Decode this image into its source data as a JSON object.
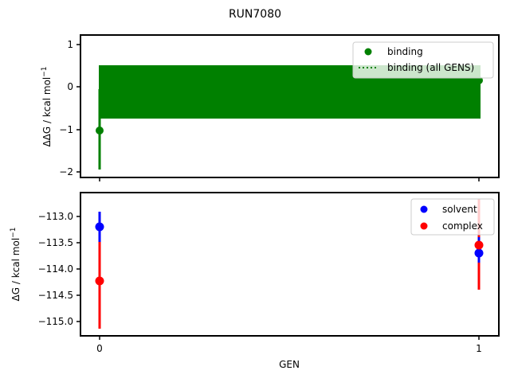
{
  "chart_data": [
    {
      "type": "scatter",
      "panel": "top",
      "title": "RUN7080",
      "xlabel": "",
      "ylabel": "ΔΔG / kcal mol⁻¹",
      "ylim": [
        -2.1,
        1.2
      ],
      "yticks": [
        1,
        0,
        -1,
        -2
      ],
      "ytick_labels": [
        "1",
        "0",
        "−1",
        "−2"
      ],
      "x": [
        0,
        1
      ],
      "series": [
        {
          "name": "binding",
          "color": "#008000",
          "marker": "circle",
          "values": [
            -1.02,
            0.15
          ],
          "yerr_low": [
            -1.95,
            -0.05
          ],
          "yerr_high": [
            -0.05,
            0.5
          ]
        },
        {
          "name": "binding (all GENS)",
          "color": "#008000",
          "style": "dotted",
          "band": [
            -0.75,
            0.5
          ]
        }
      ],
      "legend": {
        "position": "upper right",
        "entries": [
          "binding",
          "binding (all GENS)"
        ]
      }
    },
    {
      "type": "scatter",
      "panel": "bottom",
      "xlabel": "GEN",
      "ylabel": "ΔG / kcal mol⁻¹",
      "ylim": [
        -115.3,
        -112.6
      ],
      "yticks": [
        -113.0,
        -113.5,
        -114.0,
        -114.5,
        -115.0
      ],
      "ytick_labels": [
        "−113.0",
        "−113.5",
        "−114.0",
        "−114.5",
        "−115.0"
      ],
      "x": [
        0,
        1
      ],
      "xtick_labels": [
        "0",
        "1"
      ],
      "series": [
        {
          "name": "solvent",
          "color": "#0000ff",
          "values": [
            -113.2,
            -113.7
          ],
          "yerr_low": [
            -113.5,
            -114.0
          ],
          "yerr_high": [
            -112.93,
            -113.4
          ]
        },
        {
          "name": "complex",
          "color": "#ff0000",
          "values": [
            -114.23,
            -113.55
          ],
          "yerr_low": [
            -115.15,
            -114.4
          ],
          "yerr_high": [
            -113.5,
            -112.7
          ]
        }
      ],
      "legend": {
        "position": "upper right",
        "entries": [
          "solvent",
          "complex"
        ]
      }
    }
  ],
  "figure": {
    "title": "RUN7080",
    "top": {
      "ylabel_main": "ΔΔG / kcal mol",
      "ylabel_sup": "−1",
      "yticks": [
        "1",
        "0",
        "−1",
        "−2"
      ],
      "legend": [
        "binding",
        "binding (all GENS)"
      ]
    },
    "bottom": {
      "ylabel_main": "ΔG / kcal mol",
      "ylabel_sup": "−1",
      "yticks": [
        "−113.0",
        "−113.5",
        "−114.0",
        "−114.5",
        "−115.0"
      ],
      "xticks": [
        "0",
        "1"
      ],
      "xlabel": "GEN",
      "legend": [
        "solvent",
        "complex"
      ]
    },
    "colors": {
      "binding": "#008000",
      "solvent": "#0000ff",
      "complex": "#ff0000"
    }
  }
}
